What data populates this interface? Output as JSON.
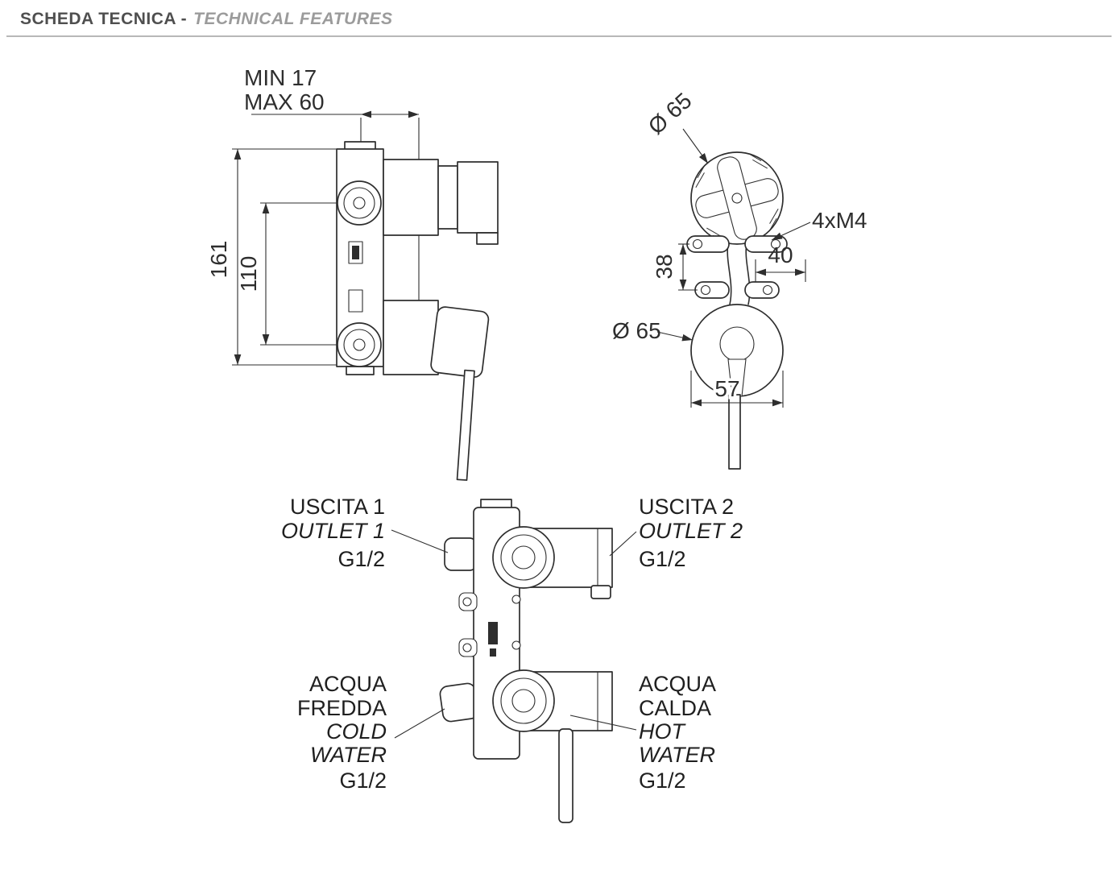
{
  "header": {
    "title_italian": "SCHEDA TECNICA -",
    "title_english": "TECHNICAL FEATURES"
  },
  "side_view": {
    "depth_min": "MIN 17",
    "depth_max": "MAX 60",
    "overall_height": "161",
    "centers_distance": "110"
  },
  "front_view": {
    "top_diameter": "Ø 65",
    "screws": "4xM4",
    "holes_distance": "40",
    "rows_distance": "38",
    "bottom_diameter": "Ø 65",
    "body_width": "57"
  },
  "connections": {
    "outlet1": {
      "l1": "USCITA 1",
      "l2": "OUTLET 1",
      "l3": "G1/2"
    },
    "outlet2": {
      "l1": "USCITA 2",
      "l2": "OUTLET 2",
      "l3": "G1/2"
    },
    "cold": {
      "l1": "ACQUA",
      "l2": "FREDDA",
      "l3": "COLD",
      "l4": "WATER",
      "l5": "G1/2"
    },
    "hot": {
      "l1": "ACQUA",
      "l2": "CALDA",
      "l3": "HOT",
      "l4": "WATER",
      "l5": "G1/2"
    }
  },
  "colors": {
    "line": "#2e2e2e",
    "title_italian": "#4f4f4f",
    "title_english": "#9b9b9b",
    "rule": "#b8b8b8"
  }
}
